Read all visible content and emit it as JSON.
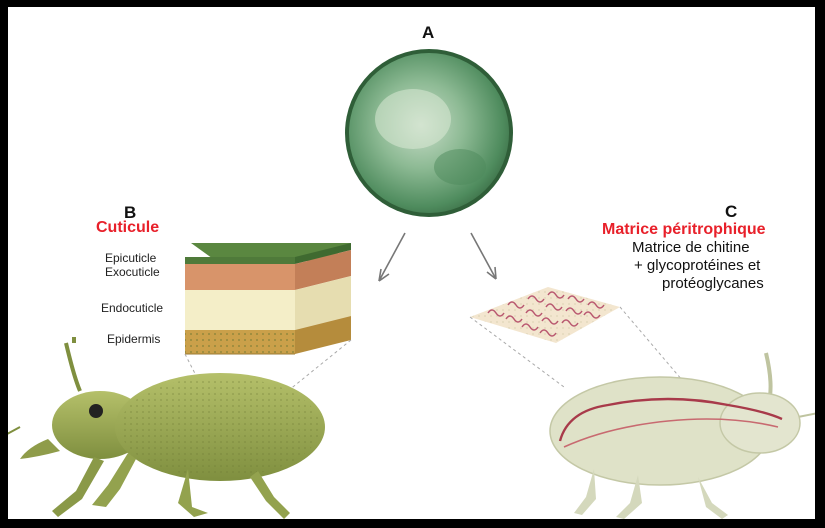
{
  "panels": {
    "a": {
      "letter": "A"
    },
    "b": {
      "letter": "B",
      "title": "Cuticule",
      "layers": [
        "Epicuticle",
        "Exocuticle",
        "Endocuticle",
        "Epidermis"
      ]
    },
    "c": {
      "letter": "C",
      "title": "Matrice péritrophique",
      "desc_line1": "Matrice de chitine",
      "desc_line2": "+ glycoprotéines et",
      "desc_line3": "protéoglycanes"
    }
  },
  "colors": {
    "accent_red": "#e8202a",
    "spore_green": "#5f9a6a",
    "beetle_green": "#9aaa55",
    "beetle_pale": "#d9dcc0",
    "epicuticle": "#4f7a3a",
    "exocuticle": "#d8946a",
    "endocuticle": "#f4eec8",
    "epidermis": "#caa04a"
  },
  "icons": {
    "panel_a": "fungal-spore-icon",
    "panel_b": "cuticle-block-icon",
    "panel_c": "peritrophic-matrix-icon"
  }
}
